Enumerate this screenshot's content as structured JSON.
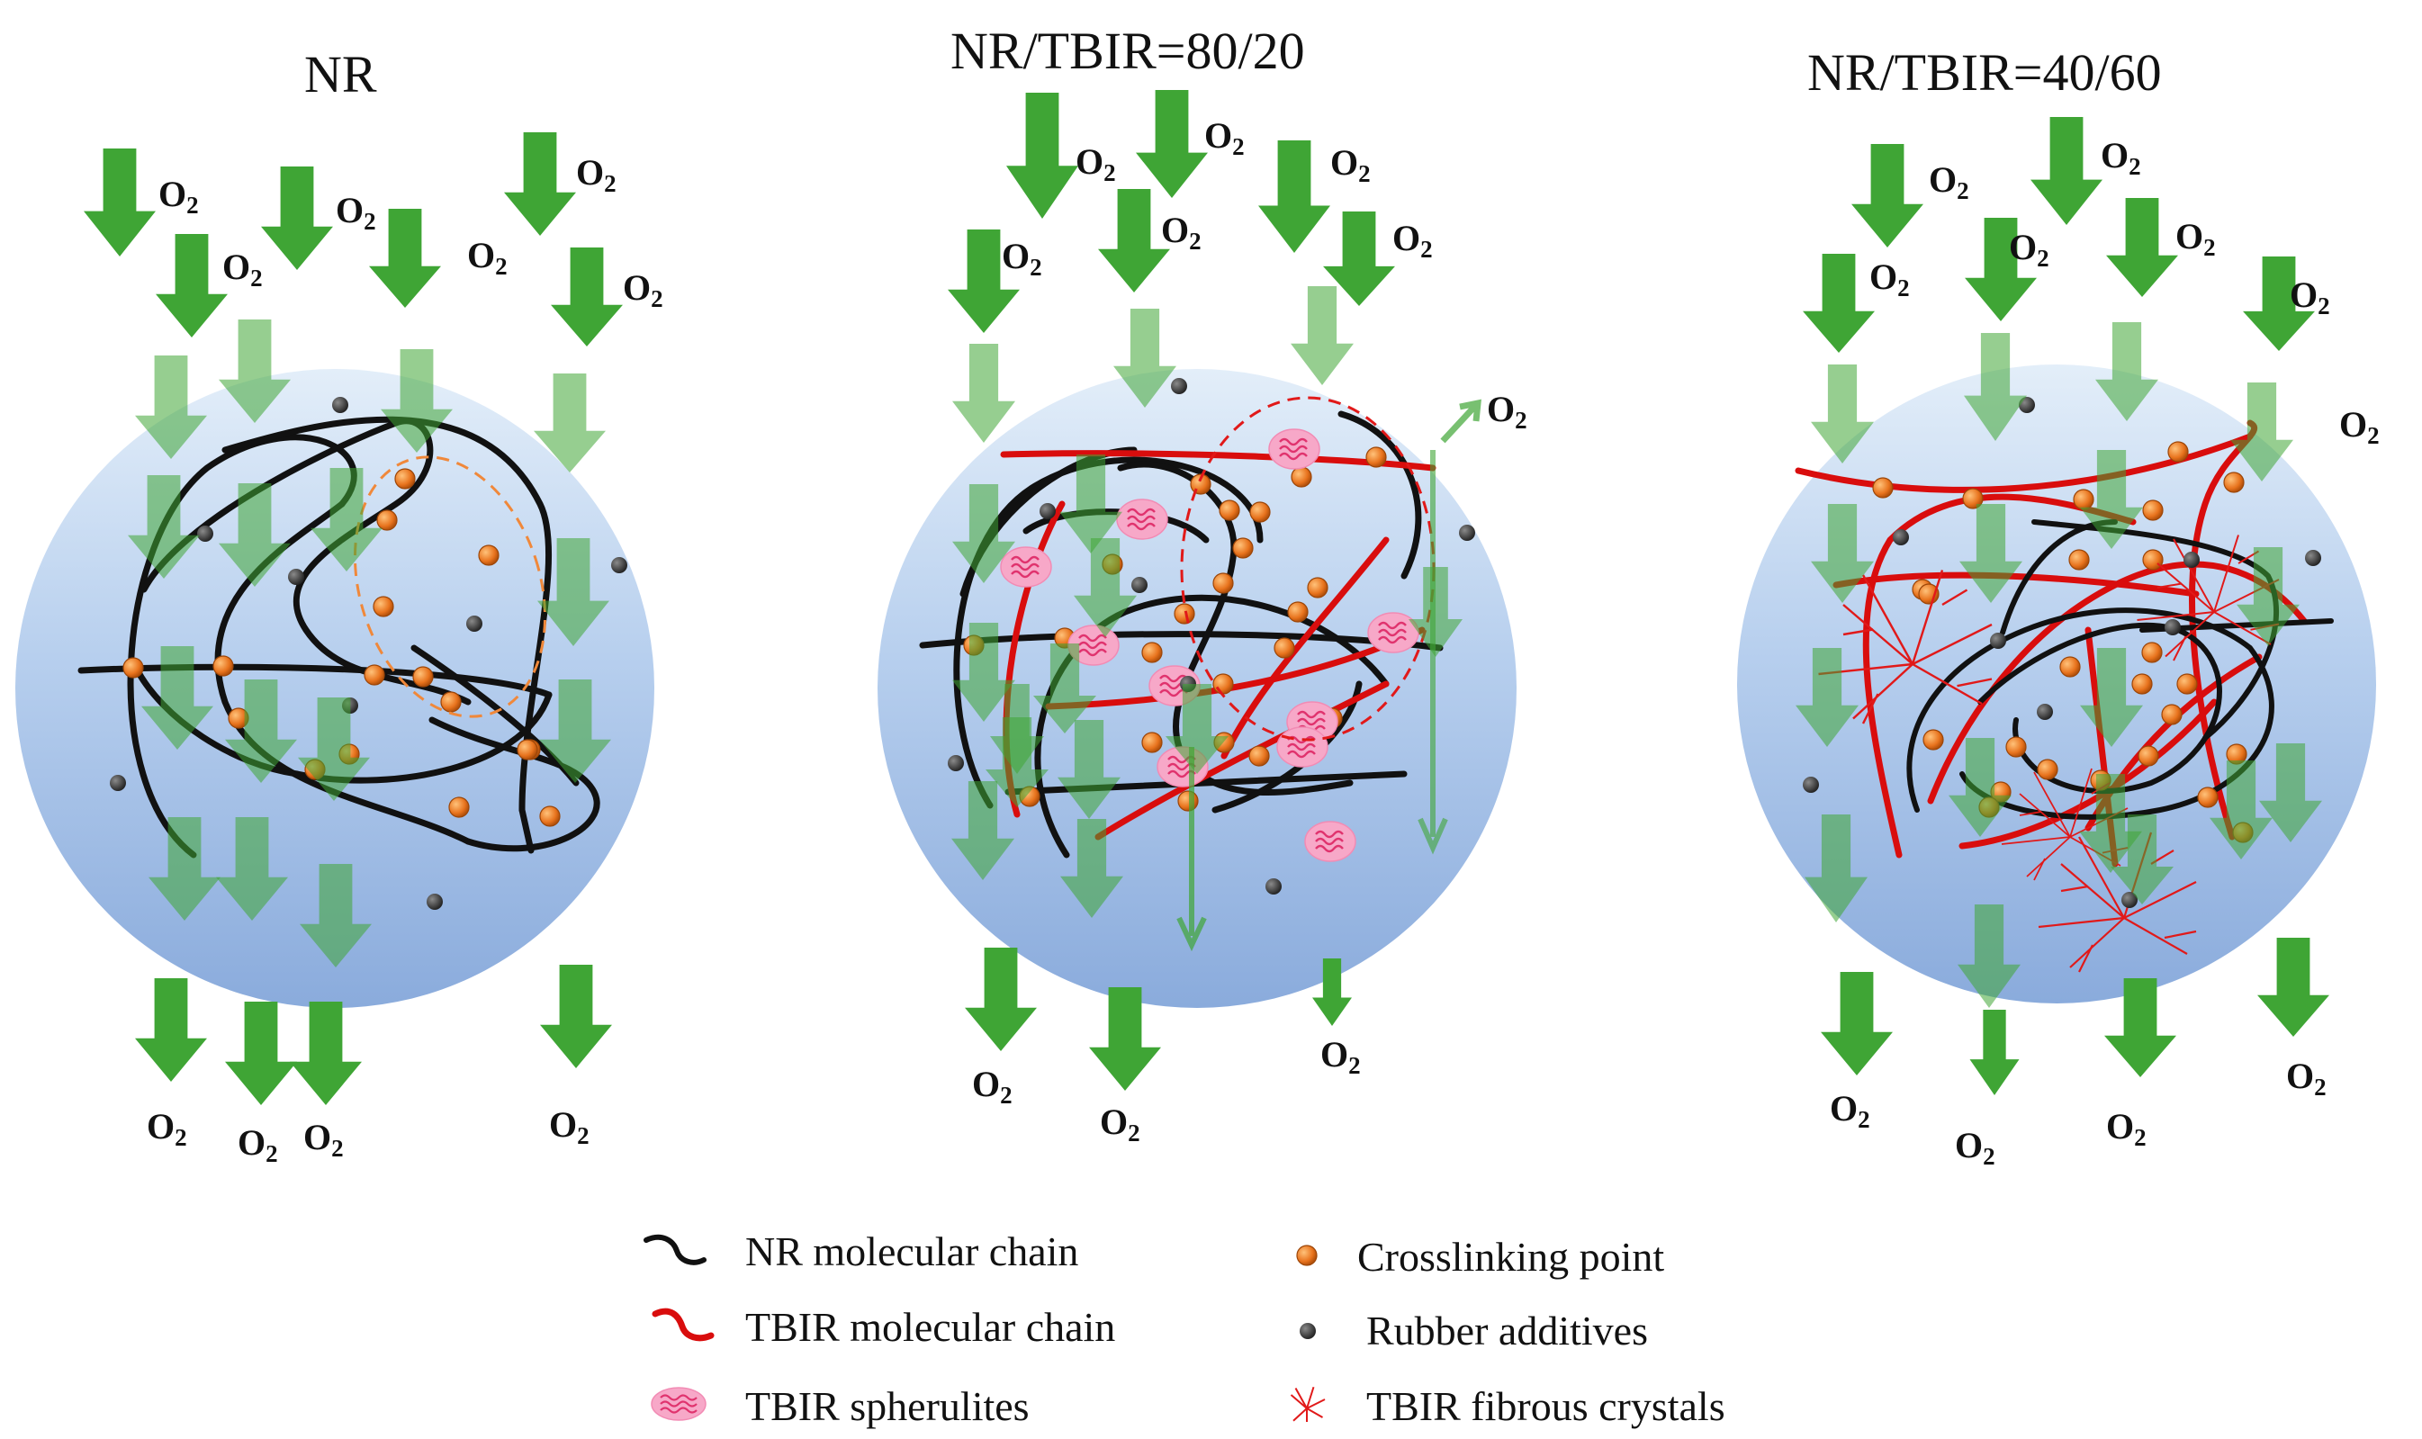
{
  "panels": [
    {
      "title": "NR"
    },
    {
      "title": "NR/TBIR=80/20"
    },
    {
      "title": "NR/TBIR=40/60"
    }
  ],
  "oxygen": {
    "symbol": "O",
    "subscript": "2"
  },
  "legend": {
    "nr_chain": "NR molecular chain",
    "tbir_chain": "TBIR molecular chain",
    "spherulites": "TBIR spherulites",
    "crosslink": "Crosslinking point",
    "additives": "Rubber additives",
    "fibrous": "TBIR fibrous crystals"
  },
  "colors": {
    "arrow": "#3fa535",
    "nr_chain": "#111111",
    "tbir_chain": "#d90d0d",
    "crosslink": "#e8731d",
    "additive": "#3c3c3c",
    "spherulite": "#f7a8c8",
    "sphere_top": "#dcebf7",
    "sphere_bottom": "#8eaedd"
  }
}
